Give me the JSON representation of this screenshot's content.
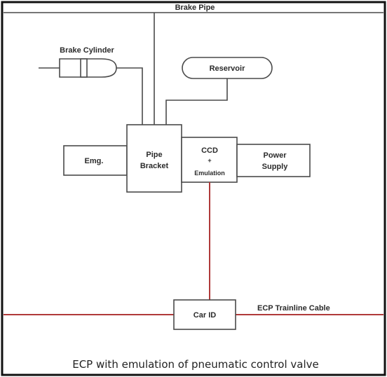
{
  "diagram": {
    "brake_pipe_label": "Brake Pipe",
    "brake_cylinder_label": "Brake Cylinder",
    "reservoir_label": "Reservoir",
    "emg_label": "Emg.",
    "pipe_bracket_line1": "Pipe",
    "pipe_bracket_line2": "Bracket",
    "ccd_line1": "CCD",
    "ccd_line2": "+",
    "ccd_line3": "Emulation",
    "power_supply_line1": "Power",
    "power_supply_line2": "Supply",
    "car_id_label": "Car ID",
    "trainline_label": "ECP Trainline Cable",
    "caption": "ECP with emulation of pneumatic control valve"
  },
  "colors": {
    "line": "#4a4a4a",
    "cable": "#b03a3a",
    "border": "#111111",
    "text": "#2b2b2b"
  }
}
